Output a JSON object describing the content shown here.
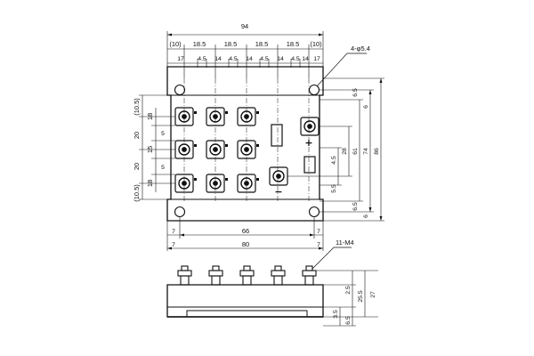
{
  "drawing": {
    "overall_width": "94",
    "top_row": [
      "(10)",
      "18.5",
      "18.5",
      "18.5",
      "18.5",
      "(10)"
    ],
    "second_row": [
      "17",
      "4.5",
      "14",
      "4.5",
      "14",
      "4.5",
      "14",
      "4.5",
      "14",
      "17"
    ],
    "mount_hole_note": "4-φ5.4",
    "left_dims": [
      "(10.5)",
      "18",
      "20",
      "15",
      "20",
      "18",
      "(10.5)"
    ],
    "inner_dims": {
      "lower_5": "5",
      "gap_5": "5"
    },
    "right_dims": {
      "d_6_5_top": "6.5",
      "d_6_top": "6",
      "d_28": "28",
      "d_61": "61",
      "d_74": "74",
      "d_86": "86",
      "d_4_5": "4.5",
      "d_5_5": "5.5",
      "d_6_5_bot": "6.5",
      "d_6_bot": "6"
    },
    "bottom_dims": {
      "d_66": "66",
      "d_80": "80",
      "d_7_l1": "7",
      "d_7_r1": "7",
      "d_7_l2": "7",
      "d_7_r2": "7"
    },
    "terminal_note": "11-M4",
    "side_dims": {
      "d_2_5": "2.5",
      "d_25_5": "25.5",
      "d_27": "27",
      "d_3_5": "3.5",
      "d_6_5": "6.5"
    },
    "polarity": {
      "plus": "+",
      "minus": "−"
    }
  }
}
